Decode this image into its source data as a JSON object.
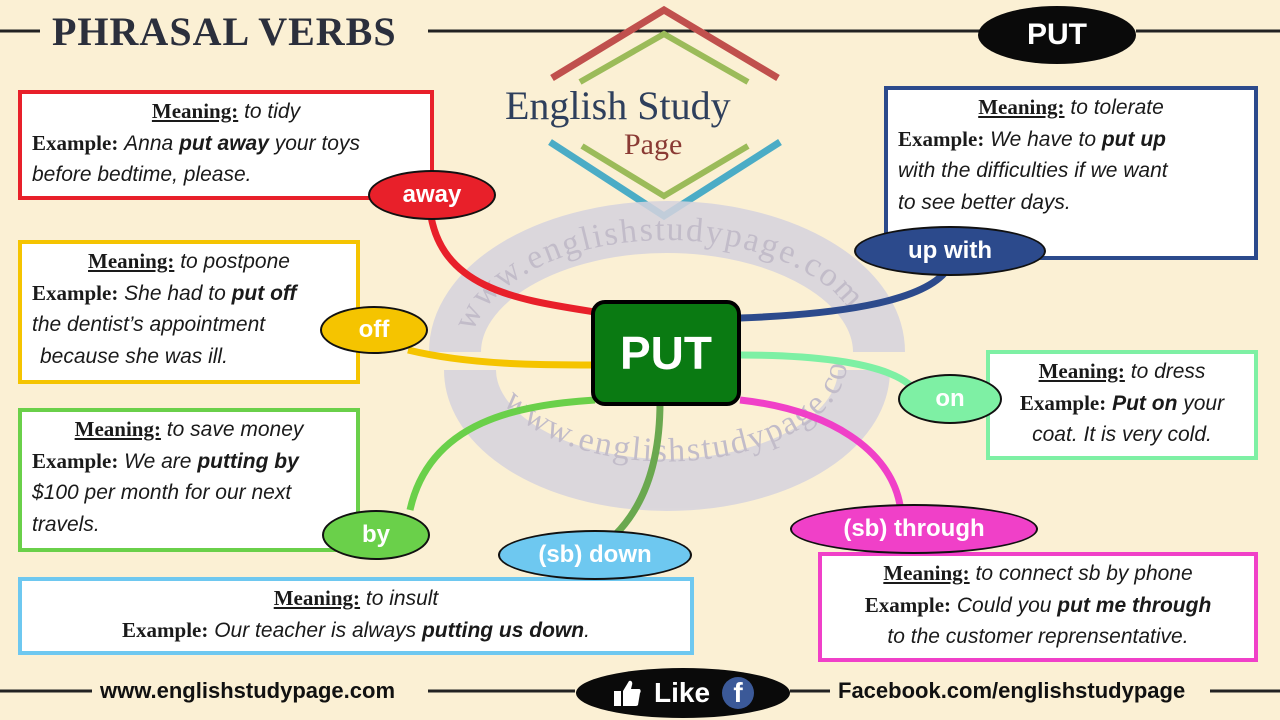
{
  "header": {
    "title": "PHRASAL VERBS",
    "verb_badge": "PUT"
  },
  "logo": {
    "line1": "English Study",
    "line2": "Page"
  },
  "watermark": {
    "top": "www.englishstudypage.com",
    "bottom": "www.englishstudypage.com"
  },
  "center": {
    "label": "PUT"
  },
  "labels": {
    "meaning": "Meaning:",
    "example": "Example:"
  },
  "items": {
    "away": {
      "particle": "away",
      "meaning": "to tidy",
      "ex_pre": "Anna ",
      "ex_bold": "put away",
      "ex_post": " your toys",
      "ex_line2": "before bedtime, please.",
      "color": "#e8202a"
    },
    "off": {
      "particle": "off",
      "meaning": "to postpone",
      "ex_pre": "She had to ",
      "ex_bold": "put off",
      "ex_line2": "the dentist’s appointment",
      "ex_line3": "because she was ill.",
      "color": "#f5c400"
    },
    "by": {
      "particle": "by",
      "meaning": "to save money",
      "ex_pre": "We are ",
      "ex_bold": "putting by",
      "ex_line2": "$100 per month for our next",
      "ex_line3": "travels.",
      "color": "#6ad04a"
    },
    "down": {
      "particle": "(sb) down",
      "meaning": "to insult",
      "ex_pre": "Our teacher is always ",
      "ex_bold": "putting us down",
      "ex_post": ".",
      "color": "#6ec8f0"
    },
    "up_with": {
      "particle": "up with",
      "meaning": "to tolerate",
      "ex_pre": "We have to ",
      "ex_bold": "put up",
      "ex_line2": "with the difficulties if we want",
      "ex_line3": "to see better days.",
      "color": "#2c4a8c"
    },
    "on": {
      "particle": "on",
      "meaning": "to dress",
      "ex_bold": "Put on",
      "ex_post": " your",
      "ex_line2": "coat. It is very cold.",
      "color": "#7ef0a4"
    },
    "through": {
      "particle": "(sb) through",
      "meaning": "to connect sb by phone",
      "ex_pre": "Could you ",
      "ex_bold": "put me through",
      "ex_line2": "to the customer reprensentative.",
      "color": "#f040c8"
    }
  },
  "footer": {
    "website": "www.englishstudypage.com",
    "like": "Like",
    "facebook_letter": "f",
    "facebook": "Facebook.com/englishstudypage"
  }
}
